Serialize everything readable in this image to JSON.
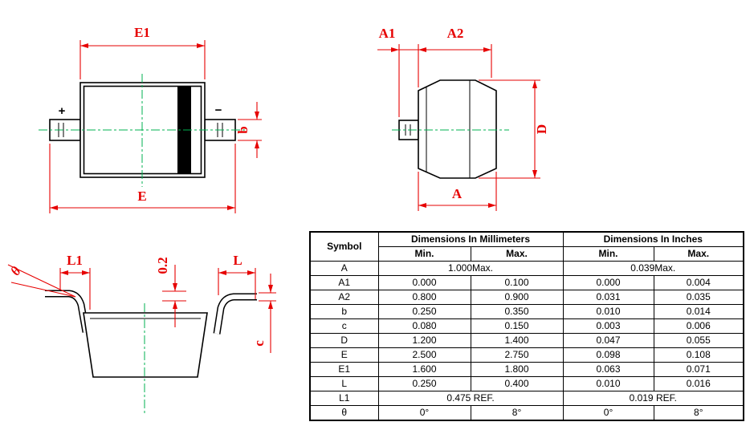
{
  "colors": {
    "dimension": "#e60000",
    "outline": "#000000",
    "centerline": "#00b050"
  },
  "front_view": {
    "e1_label": "E1",
    "e_label": "E",
    "b_label": "b",
    "plus_label": "+",
    "minus_label": "−"
  },
  "side_view": {
    "a1_label": "A1",
    "a2_label": "A2",
    "a_label": "A",
    "d_label": "D"
  },
  "profile_view": {
    "l1_label": "L1",
    "l_label": "L",
    "offset_label": "0.2",
    "c_label": "c",
    "theta_label": "θ"
  },
  "table": {
    "header": {
      "symbol": "Symbol",
      "mm": "Dimensions In Millimeters",
      "inches": "Dimensions In Inches",
      "min": "Min.",
      "max": "Max."
    },
    "rows": [
      {
        "symbol": "A",
        "cells": [
          {
            "text": "1.000Max.",
            "span": 2
          },
          {
            "text": "0.039Max.",
            "span": 2
          }
        ]
      },
      {
        "symbol": "A1",
        "cells": [
          {
            "text": "0.000"
          },
          {
            "text": "0.100"
          },
          {
            "text": "0.000"
          },
          {
            "text": "0.004"
          }
        ]
      },
      {
        "symbol": "A2",
        "cells": [
          {
            "text": "0.800"
          },
          {
            "text": "0.900"
          },
          {
            "text": "0.031"
          },
          {
            "text": "0.035"
          }
        ]
      },
      {
        "symbol": "b",
        "cells": [
          {
            "text": "0.250"
          },
          {
            "text": "0.350"
          },
          {
            "text": "0.010"
          },
          {
            "text": "0.014"
          }
        ]
      },
      {
        "symbol": "c",
        "cells": [
          {
            "text": "0.080"
          },
          {
            "text": "0.150"
          },
          {
            "text": "0.003"
          },
          {
            "text": "0.006"
          }
        ]
      },
      {
        "symbol": "D",
        "cells": [
          {
            "text": "1.200"
          },
          {
            "text": "1.400"
          },
          {
            "text": "0.047"
          },
          {
            "text": "0.055"
          }
        ]
      },
      {
        "symbol": "E",
        "cells": [
          {
            "text": "2.500"
          },
          {
            "text": "2.750"
          },
          {
            "text": "0.098"
          },
          {
            "text": "0.108"
          }
        ]
      },
      {
        "symbol": "E1",
        "cells": [
          {
            "text": "1.600"
          },
          {
            "text": "1.800"
          },
          {
            "text": "0.063"
          },
          {
            "text": "0.071"
          }
        ]
      },
      {
        "symbol": "L",
        "cells": [
          {
            "text": "0.250"
          },
          {
            "text": "0.400"
          },
          {
            "text": "0.010"
          },
          {
            "text": "0.016"
          }
        ]
      },
      {
        "symbol": "L1",
        "cells": [
          {
            "text": "0.475 REF.",
            "span": 2
          },
          {
            "text": "0.019 REF.",
            "span": 2
          }
        ]
      },
      {
        "symbol": "θ",
        "cells": [
          {
            "text": "0°"
          },
          {
            "text": "8°"
          },
          {
            "text": "0°"
          },
          {
            "text": "8°"
          }
        ]
      }
    ]
  }
}
